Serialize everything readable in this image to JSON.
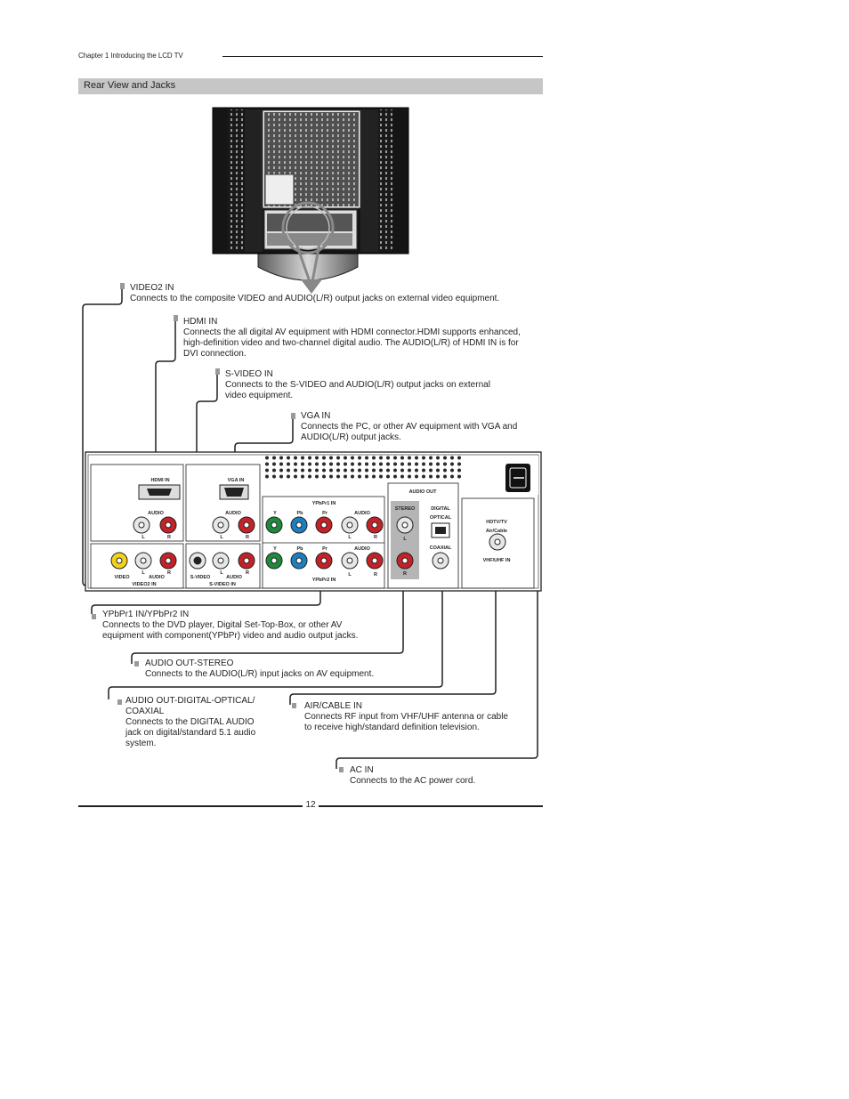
{
  "header": {
    "chapter": "Chapter 1  Introducing the LCD TV"
  },
  "section": {
    "title": "Rear View and Jacks"
  },
  "descriptions": {
    "video2": {
      "title": "VIDEO2 IN",
      "text": "Connects to the composite VIDEO and AUDIO(L/R) output jacks on external video equipment."
    },
    "hdmi": {
      "title": "HDMI IN",
      "lines": [
        "Connects the all digital AV equipment with HDMI connector.HDMI supports enhanced,",
        "high-definition video and two-channel digital audio.  The AUDIO(L/R) of HDMI IN is for",
        "DVI connection."
      ]
    },
    "svideo": {
      "title": "S-VIDEO IN",
      "lines": [
        "Connects to the S-VIDEO and AUDIO(L/R) output jacks on external",
        "video equipment."
      ]
    },
    "vga": {
      "title": "VGA IN",
      "lines": [
        "Connects the PC, or other AV equipment with VGA and",
        "AUDIO(L/R) output jacks."
      ]
    },
    "ypbpr": {
      "title": "YPbPr1 IN/YPbPr2 IN",
      "lines": [
        "Connects to the DVD player, Digital Set-Top-Box, or other AV",
        "equipment with component(YPbPr) video and audio output jacks."
      ]
    },
    "stereo": {
      "title": "AUDIO OUT-STEREO",
      "text": "Connects to the AUDIO(L/R) input jacks on AV equipment."
    },
    "optical": {
      "title_lines": [
        "AUDIO OUT-DIGITAL-OPTICAL/",
        "COAXIAL"
      ],
      "lines": [
        "Connects to the DIGITAL AUDIO",
        "jack on digital/standard 5.1 audio",
        "system."
      ]
    },
    "aircable": {
      "title": "AIR/CABLE IN",
      "lines": [
        "Connects RF input from VHF/UHF antenna or cable",
        "to receive high/standard definition television."
      ]
    },
    "acin": {
      "title": "AC IN",
      "text": "Connects to the AC power cord."
    }
  },
  "panel": {
    "hdmi_in": "HDMI IN",
    "vga_in": "VGA IN",
    "audio": "AUDIO",
    "l": "L",
    "r": "R",
    "video": "VIDEO",
    "video2_in": "VIDEO2 IN",
    "s_video": "S-VIDEO",
    "s_video_in": "S-VIDEO IN",
    "ypbpr1_in": "YPbPr1 IN",
    "ypbpr2_in": "YPbPr2 IN",
    "y": "Y",
    "pb": "Pb",
    "pr": "Pr",
    "audio_out": "AUDIO OUT",
    "stereo": "STEREO",
    "digital": "DIGITAL",
    "optical": "OPTICAL",
    "coaxial": "COAXIAL",
    "hdtv_tv": "HDTV/TV",
    "air_cable": "Air/Cable",
    "vhf_uhf_in": "VHF/UHF IN"
  },
  "colors": {
    "yellow": "#f2d21a",
    "red": "#c62127",
    "green": "#1f8a3c",
    "blue": "#1d7fbf",
    "white": "#e6e6e6",
    "stereo_bg": "#b5b5b5",
    "band": "#c6c6c6"
  },
  "footer": {
    "page_number": "12"
  }
}
